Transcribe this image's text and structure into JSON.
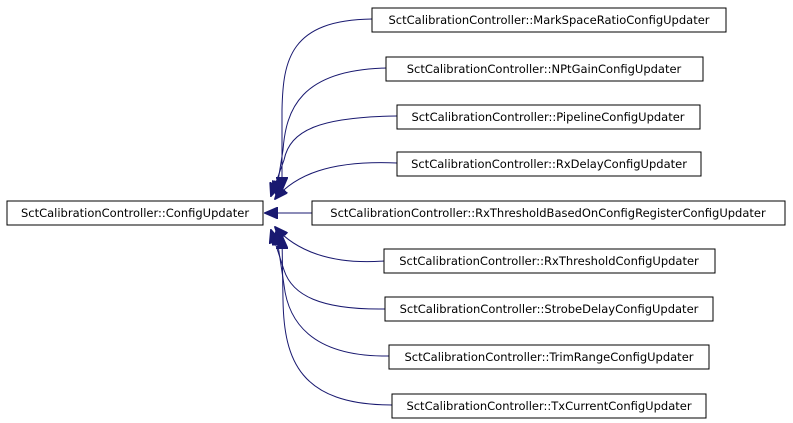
{
  "diagram": {
    "base": {
      "label": "SctCalibrationController::ConfigUpdater"
    },
    "derived": [
      {
        "label": "SctCalibrationController::MarkSpaceRatioConfigUpdater"
      },
      {
        "label": "SctCalibrationController::NPtGainConfigUpdater"
      },
      {
        "label": "SctCalibrationController::PipelineConfigUpdater"
      },
      {
        "label": "SctCalibrationController::RxDelayConfigUpdater"
      },
      {
        "label": "SctCalibrationController::RxThresholdBasedOnConfigRegisterConfigUpdater"
      },
      {
        "label": "SctCalibrationController::RxThresholdConfigUpdater"
      },
      {
        "label": "SctCalibrationController::StrobeDelayConfigUpdater"
      },
      {
        "label": "SctCalibrationController::TrimRangeConfigUpdater"
      },
      {
        "label": "SctCalibrationController::TxCurrentConfigUpdater"
      }
    ],
    "colors": {
      "edge": "#191970",
      "node_border": "#000000",
      "background": "#ffffff"
    }
  }
}
